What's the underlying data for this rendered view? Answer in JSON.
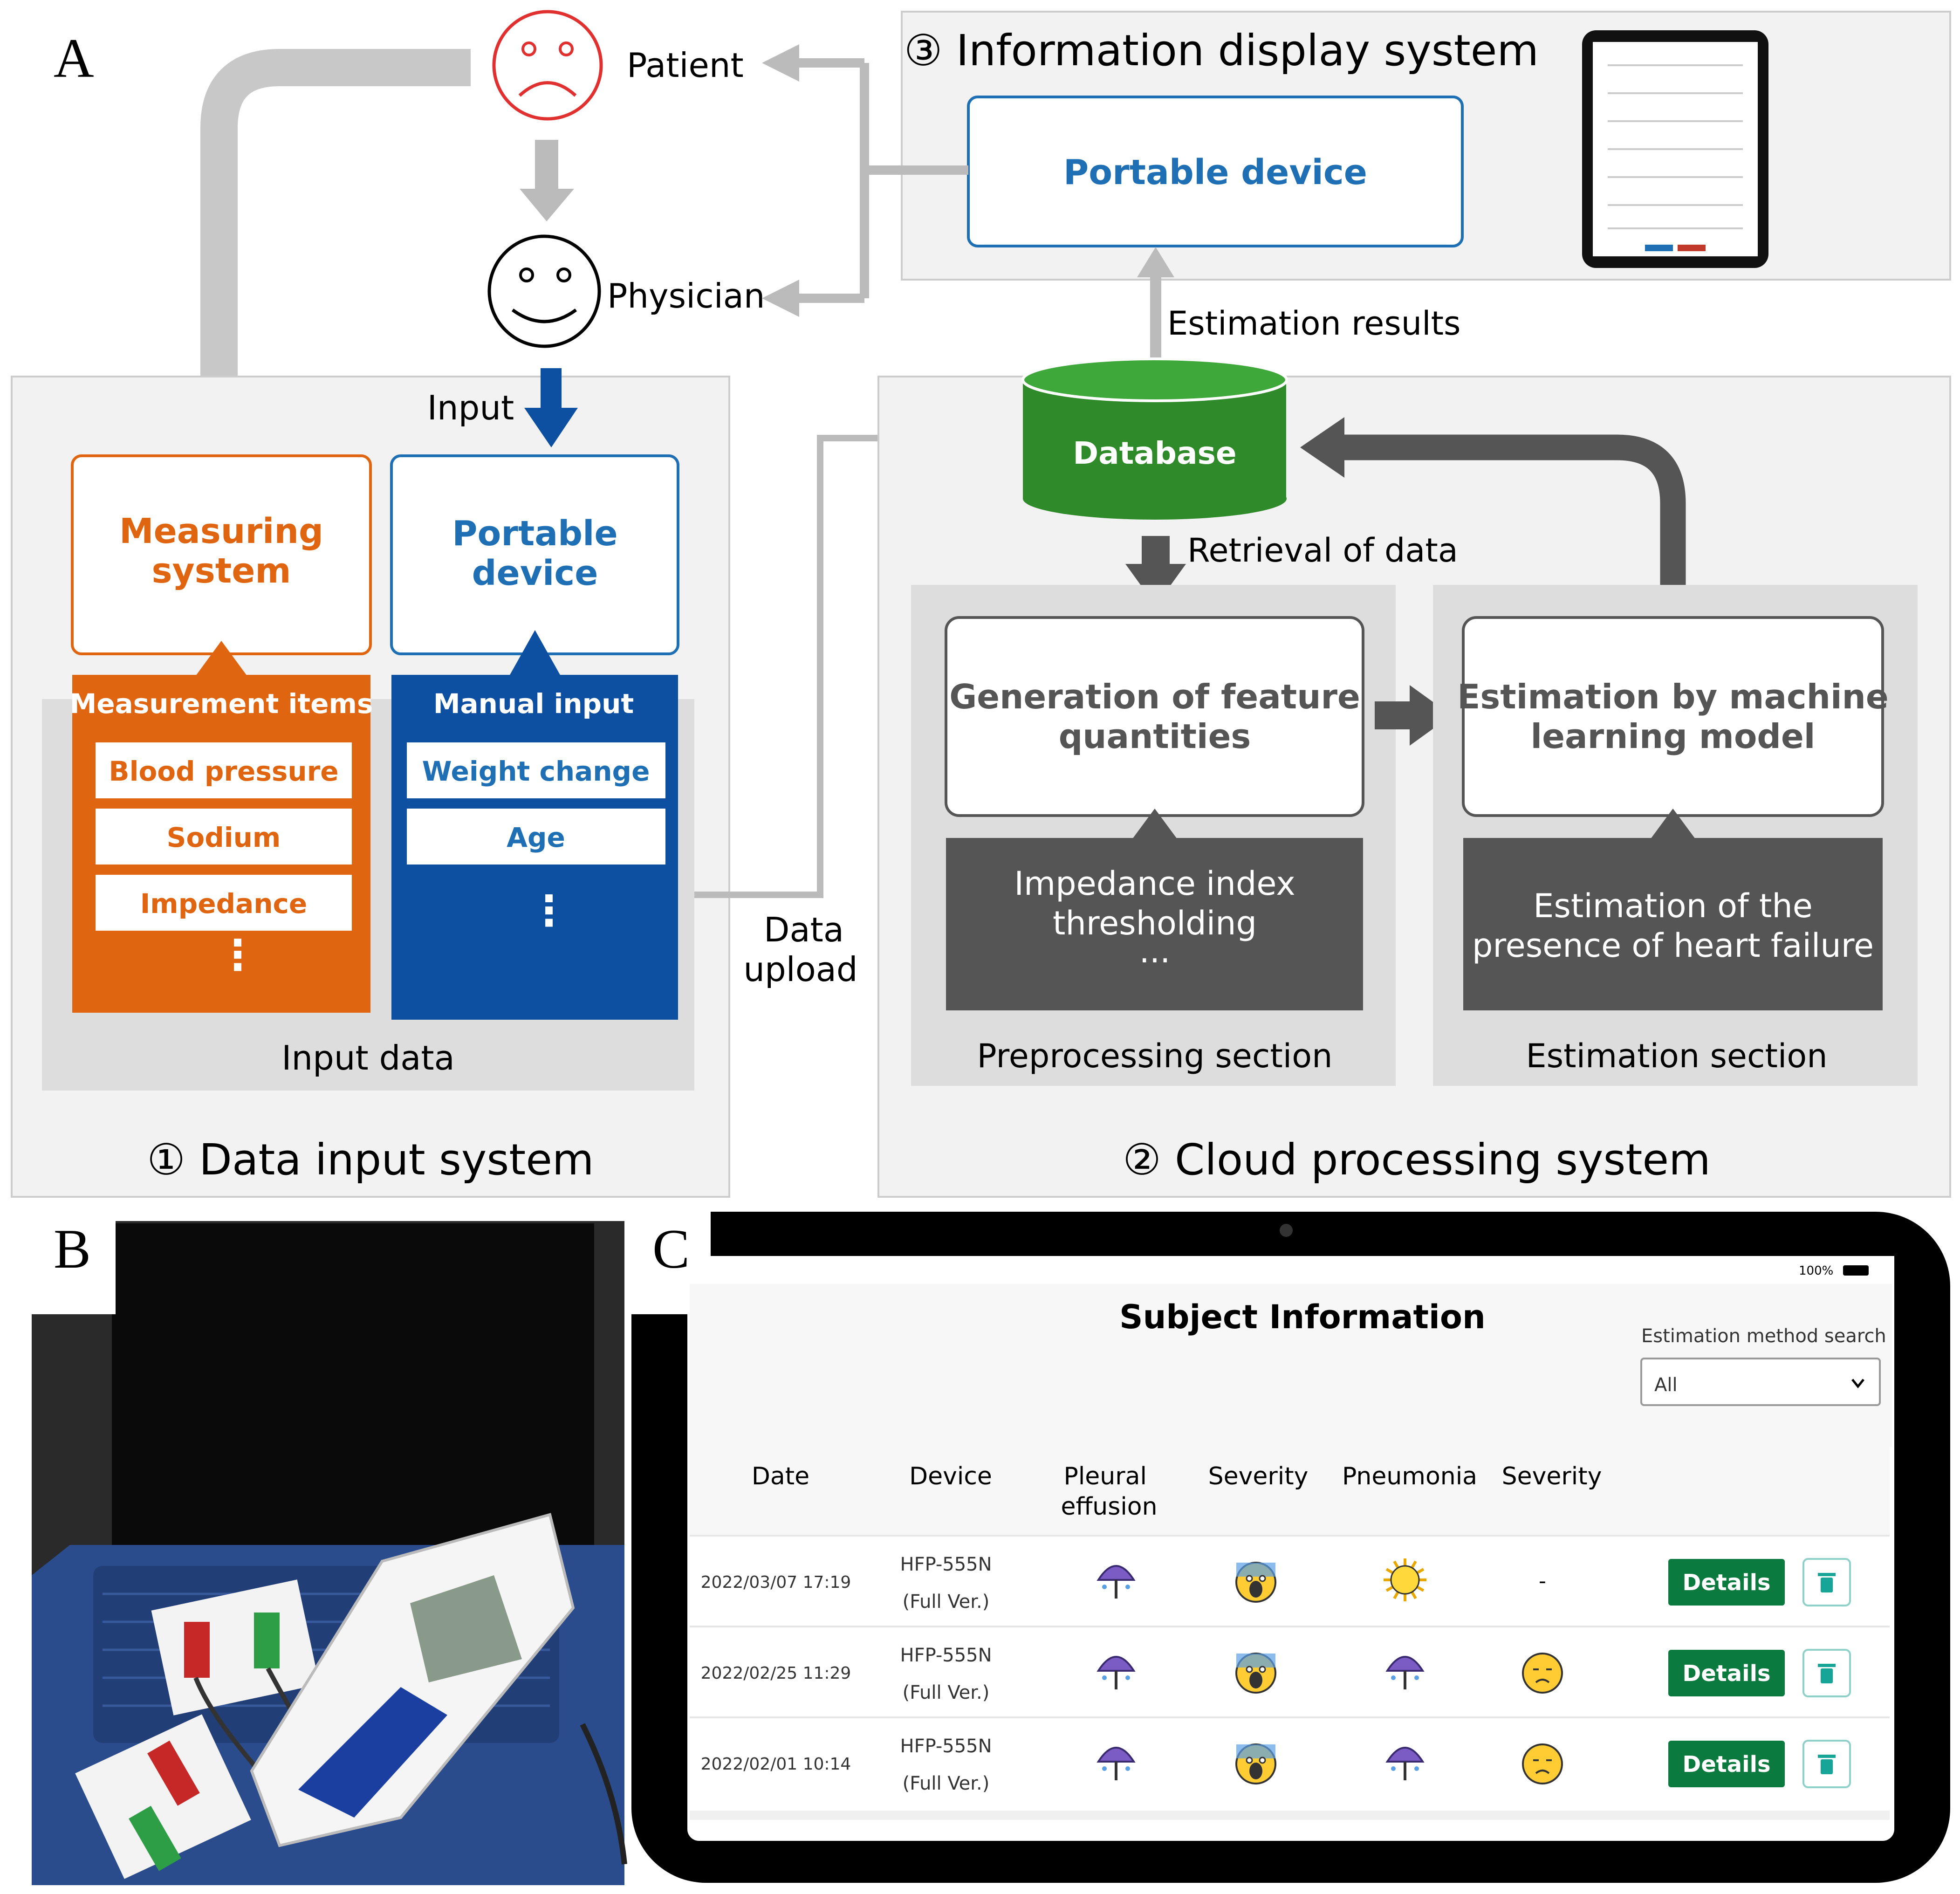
{
  "panel_labels": {
    "a": "A",
    "b": "B",
    "c": "C"
  },
  "panel_a": {
    "patient": "Patient",
    "physician": "Physician",
    "input_arrow": "Input",
    "info_display": {
      "title": "③ Information display system",
      "portable_device": "Portable device"
    },
    "estimation_results": "Estimation results",
    "data_input": {
      "title": "① Data input system",
      "input_data_label": "Input data",
      "measuring_system": [
        "Measuring",
        "system"
      ],
      "portable_device": [
        "Portable",
        "device"
      ],
      "measurement_items": {
        "header": "Measurement items",
        "items": [
          "Blood pressure",
          "Sodium",
          "Impedance"
        ],
        "more": "⋮"
      },
      "manual_input": {
        "header": "Manual input",
        "items": [
          "Weight change",
          "Age"
        ],
        "more": "⋮"
      }
    },
    "data_upload": [
      "Data",
      "upload"
    ],
    "cloud": {
      "title": "② Cloud processing system",
      "database": "Database",
      "retrieval": "Retrieval of data",
      "generation": [
        "Generation of feature",
        "quantities"
      ],
      "preprocess_detail": [
        "Impedance index",
        "thresholding",
        "..."
      ],
      "preprocess_label": "Preprocessing section",
      "estimation_box": [
        "Estimation by machine",
        "learning model"
      ],
      "estimation_detail": [
        "Estimation of the",
        "presence of heart failure"
      ],
      "estimation_label": "Estimation section"
    }
  },
  "panel_c": {
    "status_bar": "100%",
    "title": "Subject Information",
    "search_label": "Estimation method search",
    "search_value": "All",
    "columns": [
      "Date",
      "Device",
      "Pleural\neffusion",
      "Severity",
      "Pneumonia",
      "Severity"
    ],
    "rows": [
      {
        "date": "2022/03/07 17:19",
        "device": [
          "HFP-555N",
          "(Full Ver.)"
        ],
        "pleural": "umbrella",
        "severity1": "scream",
        "pneumonia": "sun",
        "severity2": "-",
        "action": "Details"
      },
      {
        "date": "2022/02/25 11:29",
        "device": [
          "HFP-555N",
          "(Full Ver.)"
        ],
        "pleural": "umbrella",
        "severity1": "scream",
        "pneumonia": "umbrella",
        "severity2": "sad",
        "action": "Details"
      },
      {
        "date": "2022/02/01 10:14",
        "device": [
          "HFP-555N",
          "(Full Ver.)"
        ],
        "pleural": "umbrella",
        "severity1": "scream",
        "pneumonia": "umbrella",
        "severity2": "sad",
        "action": "Details"
      }
    ]
  },
  "colors": {
    "orange": "#E06510",
    "blue": "#0D4FA0",
    "blue_text": "#1F6FB5",
    "green_db": "#2F8A2A",
    "dark_gray": "#555555",
    "light_gray_bg": "#F2F2F2",
    "section_gray": "#DDDDDD",
    "details_green": "#0B7A3E"
  }
}
